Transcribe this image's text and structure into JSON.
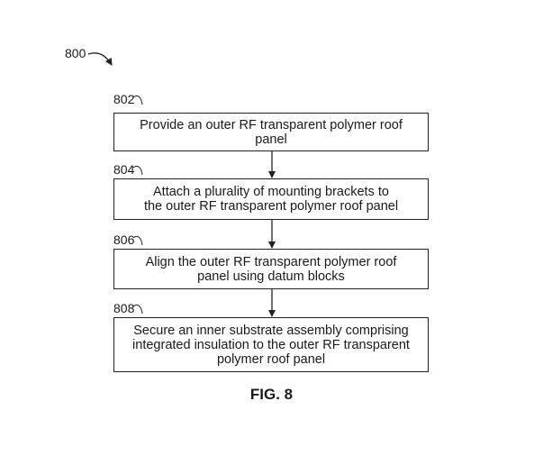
{
  "figure": {
    "main_ref": "800",
    "caption": "FIG. 8"
  },
  "steps": [
    {
      "ref": "802",
      "text": "Provide an outer RF transparent polymer roof\npanel"
    },
    {
      "ref": "804",
      "text": "Attach a plurality of mounting brackets to\nthe outer RF transparent polymer roof panel"
    },
    {
      "ref": "806",
      "text": "Align the outer RF transparent polymer roof\npanel using datum blocks"
    },
    {
      "ref": "808",
      "text": "Secure an inner substrate assembly comprising\nintegrated insulation to the outer RF transparent\npolymer roof panel"
    }
  ]
}
